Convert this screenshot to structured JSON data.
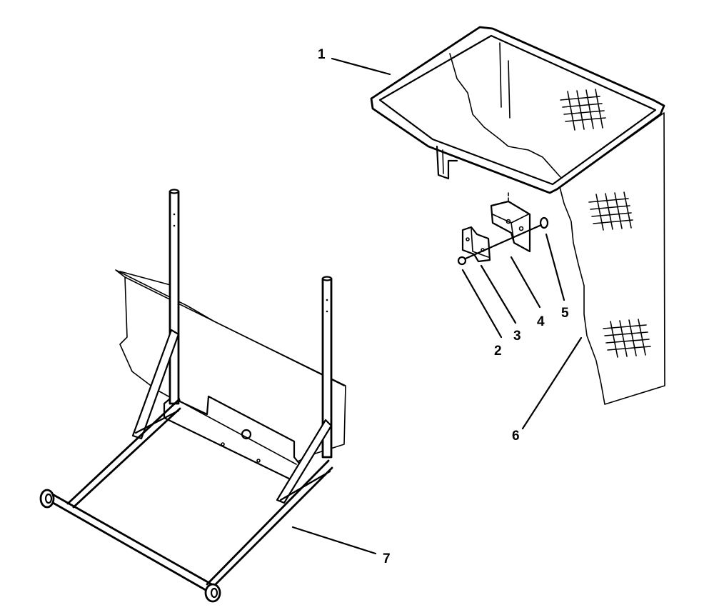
{
  "callouts": [
    {
      "id": "1",
      "label": "1"
    },
    {
      "id": "2",
      "label": "2"
    },
    {
      "id": "3",
      "label": "3"
    },
    {
      "id": "4",
      "label": "4"
    },
    {
      "id": "5",
      "label": "5"
    },
    {
      "id": "6",
      "label": "6"
    },
    {
      "id": "7",
      "label": "7"
    }
  ],
  "parts": {
    "frame": "grass-bag-frame",
    "bag": "grass-bag",
    "bracket_a": "mounting-bracket",
    "bracket_b": "mounting-plate",
    "bolt": "carriage-bolt",
    "nut": "nut",
    "support": "bag-support-frame"
  }
}
